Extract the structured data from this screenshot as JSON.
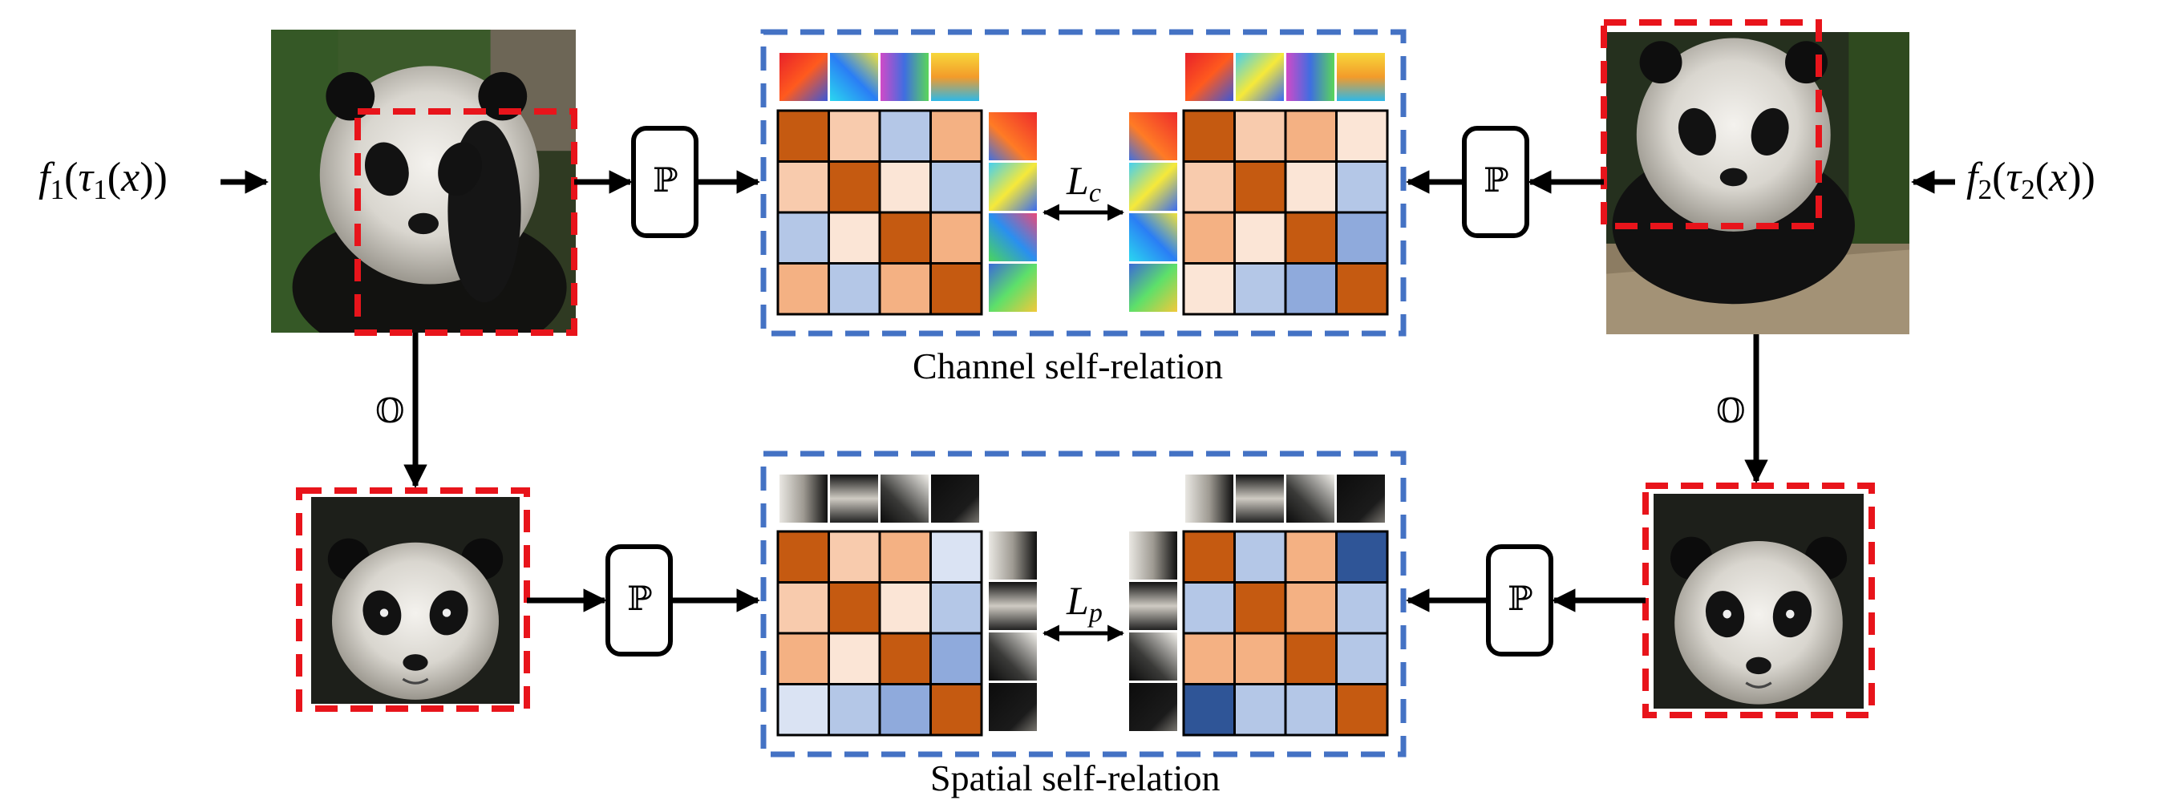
{
  "inputs": {
    "left_label": {
      "fn": "f",
      "fn_sub": "1",
      "tau": "τ",
      "tau_sub": "1",
      "var": "x"
    },
    "right_label": {
      "fn": "f",
      "fn_sub": "2",
      "tau": "τ",
      "tau_sub": "2",
      "var": "x"
    }
  },
  "operators": {
    "project": "ℙ",
    "overlap": "𝕆"
  },
  "losses": {
    "channel": {
      "main": "L",
      "sub": "c"
    },
    "spatial": {
      "main": "L",
      "sub": "p"
    }
  },
  "captions": {
    "channel": "Channel self-relation",
    "spatial": "Spatial self-relation"
  },
  "colors": {
    "crop_border": "#e8141b",
    "group_border": "#4472c4",
    "arrow": "#000000",
    "dark_orange": "#c55a11",
    "mid_orange": "#f4b183",
    "light_orange": "#f8cbad",
    "pale_orange": "#fbe5d6",
    "light_blue": "#b4c7e7",
    "pale_blue": "#dae3f3",
    "mid_blue": "#8faadc",
    "dark_blue": "#2f5597"
  },
  "matrices": {
    "channel_left": [
      [
        "dark_orange",
        "light_orange",
        "light_blue",
        "mid_orange"
      ],
      [
        "light_orange",
        "dark_orange",
        "pale_orange",
        "light_blue"
      ],
      [
        "light_blue",
        "pale_orange",
        "dark_orange",
        "mid_orange"
      ],
      [
        "mid_orange",
        "light_blue",
        "mid_orange",
        "dark_orange"
      ]
    ],
    "channel_right": [
      [
        "dark_orange",
        "light_orange",
        "mid_orange",
        "pale_orange"
      ],
      [
        "light_orange",
        "dark_orange",
        "pale_orange",
        "light_blue"
      ],
      [
        "mid_orange",
        "pale_orange",
        "dark_orange",
        "mid_blue"
      ],
      [
        "pale_orange",
        "light_blue",
        "mid_blue",
        "dark_orange"
      ]
    ],
    "spatial_left": [
      [
        "dark_orange",
        "light_orange",
        "mid_orange",
        "pale_blue"
      ],
      [
        "light_orange",
        "dark_orange",
        "pale_orange",
        "light_blue"
      ],
      [
        "mid_orange",
        "pale_orange",
        "dark_orange",
        "mid_blue"
      ],
      [
        "pale_blue",
        "light_blue",
        "mid_blue",
        "dark_orange"
      ]
    ],
    "spatial_right": [
      [
        "dark_orange",
        "light_blue",
        "mid_orange",
        "dark_blue"
      ],
      [
        "light_blue",
        "dark_orange",
        "mid_orange",
        "light_blue"
      ],
      [
        "mid_orange",
        "mid_orange",
        "dark_orange",
        "light_blue"
      ],
      [
        "dark_blue",
        "light_blue",
        "light_blue",
        "dark_orange"
      ]
    ]
  }
}
